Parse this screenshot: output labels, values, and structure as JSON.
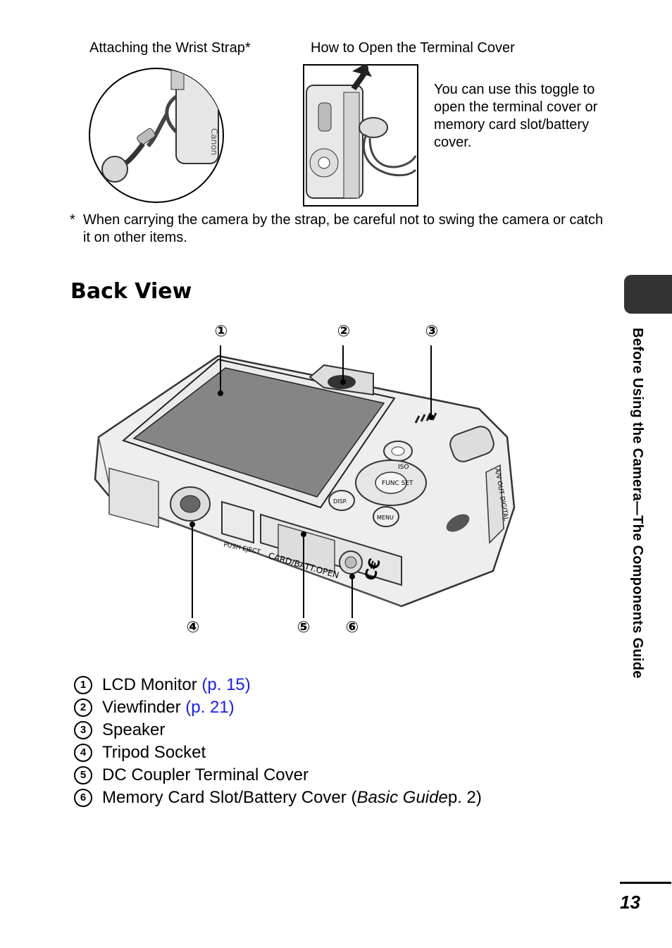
{
  "captions": {
    "wrist_strap": "Attaching the Wrist Strap*",
    "terminal_cover": "How to Open the Terminal Cover"
  },
  "toggle_note": "You can use this toggle to open the terminal cover or memory card slot/battery cover.",
  "footnote": {
    "marker": "*",
    "text": "When carrying the camera by the strap, be careful not to swing the camera or catch it on other items."
  },
  "section_title": "Back View",
  "callouts": [
    "①",
    "②",
    "③",
    "④",
    "⑤",
    "⑥"
  ],
  "camera_labels": {
    "push_eject": "PUSH EJECT",
    "card_batt": "CARD/BATT.OPEN",
    "av_out": "A/V OUT DIGITAL",
    "func": "FUNC SET",
    "disp": "DISP.",
    "menu": "MENU",
    "iso": "ISO",
    "canon": "Canon"
  },
  "legend": [
    {
      "num": "1",
      "label": "LCD Monitor",
      "link": "(p. 15)"
    },
    {
      "num": "2",
      "label": "Viewfinder",
      "link": "(p. 21)"
    },
    {
      "num": "3",
      "label": "Speaker",
      "link": ""
    },
    {
      "num": "4",
      "label": "Tripod Socket",
      "link": ""
    },
    {
      "num": "5",
      "label": "DC Coupler Terminal Cover",
      "link": ""
    },
    {
      "num": "6",
      "label": "Memory Card Slot/Battery Cover (",
      "italic": "Basic Guide",
      "suffix": " p. 2)"
    }
  ],
  "side_tab": "Before Using the Camera—The Components Guide",
  "page_number": "13",
  "colors": {
    "link": "#1a1aff",
    "tab": "#333333"
  }
}
